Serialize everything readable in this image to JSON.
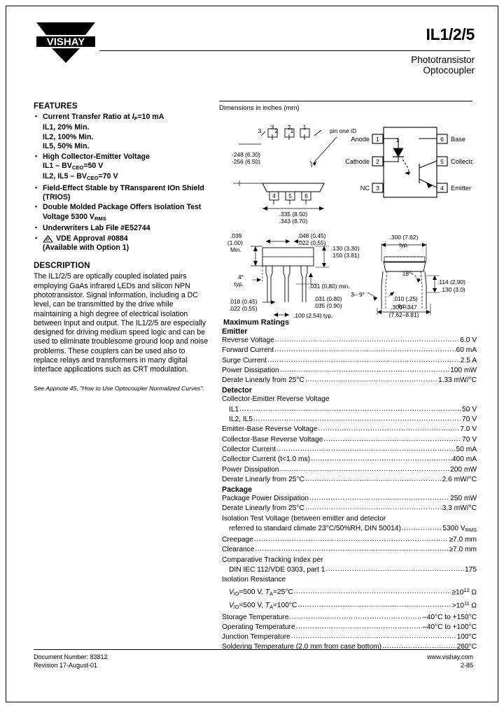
{
  "header": {
    "logo_text": "VISHAY",
    "part_number": "IL1/2/5",
    "subtitle_line1": "Phototransistor",
    "subtitle_line2": "Optocoupler"
  },
  "features": {
    "heading": "FEATURES",
    "items": [
      {
        "main": "Current Transfer Ratio at IF=10 mA",
        "main_pre": "Current Transfer Ratio at ",
        "main_sym": "I",
        "main_sub": "F",
        "main_post": "=10 mA",
        "subs": [
          "IL1, 20% Min.",
          "IL2, 100% Min.",
          "IL5, 50% Min."
        ]
      },
      {
        "main": "High Collector-Emitter Voltage",
        "subs": [
          "IL1 – BVCEO=50 V",
          "IL2, IL5 – BVCEO=70 V"
        ],
        "sub_parts": [
          {
            "pre": "IL1 – BV",
            "sub": "CEO",
            "post": "=50 V"
          },
          {
            "pre": "IL2, IL5 – BV",
            "sub": "CEO",
            "post": "=70 V"
          }
        ]
      },
      {
        "main": "Field-Effect Stable by TRansparent IOn Shield (TRIOS)",
        "subs": []
      },
      {
        "main": "Double Molded Package Offers Isolation Test Voltage 5300 VRMS",
        "parts": {
          "pre": "Double Molded Package Offers Isolation Test Voltage 5300 V",
          "sub": "RMS"
        },
        "subs": []
      },
      {
        "main": "Underwriters Lab File #E52744",
        "subs": []
      },
      {
        "main": "VDE Approval #0884",
        "icon": "warning-triangle-icon",
        "subs": [
          "(Available with Option 1)"
        ]
      }
    ]
  },
  "description": {
    "heading": "DESCRIPTION",
    "body": "The IL1/2/5 are optically coupled isolated pairs employing GaAs infrared LEDs and silicon NPN phototransistor. Signal information, including a DC level, can be transmitted by the drive while maintaining a high degree of electrical isolation between input and output. The IL1/2/5 are especially designed for driving medium speed logic and can be used to eliminate troublesome ground loop and noise problems. These couplers can be used also to replace relays and transformers in many digital interface applications such as CRT modulation.",
    "appnote": "See Appnote 45, \"How to Use Optocoupler Normalized Curves\"."
  },
  "drawing": {
    "caption": "Dimensions in inches (mm)",
    "pin_one_id": "pin one ID",
    "pin_numbers_top": [
      "3",
      "2",
      "1"
    ],
    "pin_numbers_bottom": [
      "4",
      "5",
      "6"
    ],
    "width_dim": [
      "·248 (6.30)",
      "·256 (6.50)"
    ],
    "length_dim": [
      ".335 (8.50)",
      ".343 (8.70)"
    ],
    "schematic": {
      "pins_left": [
        {
          "num": "1",
          "label": "Anode"
        },
        {
          "num": "2",
          "label": "Cathode"
        },
        {
          "num": "3",
          "label": "NC"
        }
      ],
      "pins_right": [
        {
          "num": "6",
          "label": "Base"
        },
        {
          "num": "5",
          "label": "Collector"
        },
        {
          "num": "4",
          "label": "Emitter"
        }
      ]
    },
    "side_view_dims": {
      "standoff": [
        ".039",
        "(1.00)",
        "Min."
      ],
      "lead_width_top": [
        ".048 (0.45)",
        ".022 (0.55)"
      ],
      "body_height": [
        ".130 (3.30)",
        ".150 (3.81)"
      ],
      "lead_thick_min": ".031 (0.80) min.",
      "lead_thick": [
        ".031 (0.80)",
        ".035 (0.90)"
      ],
      "lead_width_bottom": [
        ".018 (0.45)",
        ".022 (0.55)"
      ],
      "pitch": ".100 (2.54) typ.",
      "draft_angle": [
        "4°",
        "typ."
      ]
    },
    "end_view_dims": {
      "row_spacing": [
        ".300 (7.62)",
        "typ."
      ],
      "lead_angle": "18°",
      "seating": [
        ".114 (2.90)",
        ".130 (3.0)"
      ],
      "lead_thin": [
        ".010 (.25)",
        "typ."
      ],
      "span": [
        ".300–.347",
        "(7.62–8.81)"
      ],
      "angle_left": "3– 9°"
    }
  },
  "ratings": {
    "title": "Maximum Ratings",
    "groups": [
      {
        "name": "Emitter",
        "rows": [
          {
            "label": "Reverse Voltage",
            "value": "6.0 V"
          },
          {
            "label": "Forward Current",
            "value": "60 mA"
          },
          {
            "label": "Surge Current",
            "value": "2.5 A"
          },
          {
            "label": "Power Dissipation",
            "value": "100 mW"
          },
          {
            "label": "Derate Linearly from 25°C",
            "value": "1.33 mW/°C"
          }
        ]
      },
      {
        "name": "Detector",
        "rows": [
          {
            "label": "Collector-Emitter Reverse Voltage",
            "value": "",
            "plain": true
          },
          {
            "label": "IL1",
            "value": "50 V",
            "indent": true
          },
          {
            "label": "IL2, IL5",
            "value": "70 V",
            "indent": true
          },
          {
            "label": "Emitter-Base Reverse Voltage",
            "value": "7.0 V"
          },
          {
            "label": "Collector-Base Reverse Voltage",
            "value": "70 V"
          },
          {
            "label": "Collector Current",
            "value": "50 mA"
          },
          {
            "label": "Collector Current (t<1.0 ms)",
            "value": "400 mA"
          },
          {
            "label": "Power Dissipation",
            "value": "200 mW"
          },
          {
            "label": "Derate Linearly from 25°C",
            "value": "2.6 mW/°C"
          }
        ]
      },
      {
        "name": "Package",
        "rows": [
          {
            "label": "Package Power Dissipation",
            "value": "250 mW"
          },
          {
            "label": "Derate Linearly from 25°C",
            "value": "3.3 mW/°C"
          },
          {
            "label": "Isolation Test Voltage (between emitter and detector",
            "value": "",
            "plain": true
          },
          {
            "label": "referred to standard climate 23°C/50%RH, DIN 50014)",
            "value": "5300 VRMS",
            "indent": true,
            "value_sub": {
              "pre": "5300 V",
              "sub": "RMS"
            }
          },
          {
            "label": "Creepage",
            "value": "≥7.0 mm"
          },
          {
            "label": "Clearance",
            "value": "≥7.0 mm"
          },
          {
            "label": "Comparative Tracking Index per",
            "value": "",
            "plain": true
          },
          {
            "label": "DIN IEC 112/VDE 0303, part 1",
            "value": "175",
            "indent": true
          },
          {
            "label": "Isolation Resistance",
            "value": "",
            "plain": true
          },
          {
            "label": "VIO=500 V, TA=25°C",
            "value": "≥10¹² Ω",
            "indent": true,
            "label_parts": {
              "sym1": "V",
              "sub1": "IO",
              "mid": "=500 V, ",
              "sym2": "T",
              "sub2": "A",
              "post": "=25°C"
            },
            "value_parts": {
              "pre": "≥10",
              "sup": "12",
              "post": " Ω"
            }
          },
          {
            "label": "VIO=500 V, TA=100°C",
            "value": ">10¹¹ Ω",
            "indent": true,
            "label_parts": {
              "sym1": "V",
              "sub1": "IO",
              "mid": "=500 V, ",
              "sym2": "T",
              "sub2": "A",
              "post": "=100°C"
            },
            "value_parts": {
              "pre": ">10",
              "sup": "11",
              "post": " Ω"
            }
          },
          {
            "label": "Storage Temperature",
            "value": "–40°C to +150°C"
          },
          {
            "label": "Operating Temperature",
            "value": "–40°C to +100°C"
          },
          {
            "label": "Junction Temperature",
            "value": "100°C"
          },
          {
            "label": "Soldering Temperature (2.0 mm from case bottom)",
            "value": "260°C"
          }
        ]
      }
    ]
  },
  "footer": {
    "document_number": "Document Number: 83812",
    "revision": "Revision 17-August-01",
    "website": "www.vishay.com",
    "page": "2-85"
  }
}
